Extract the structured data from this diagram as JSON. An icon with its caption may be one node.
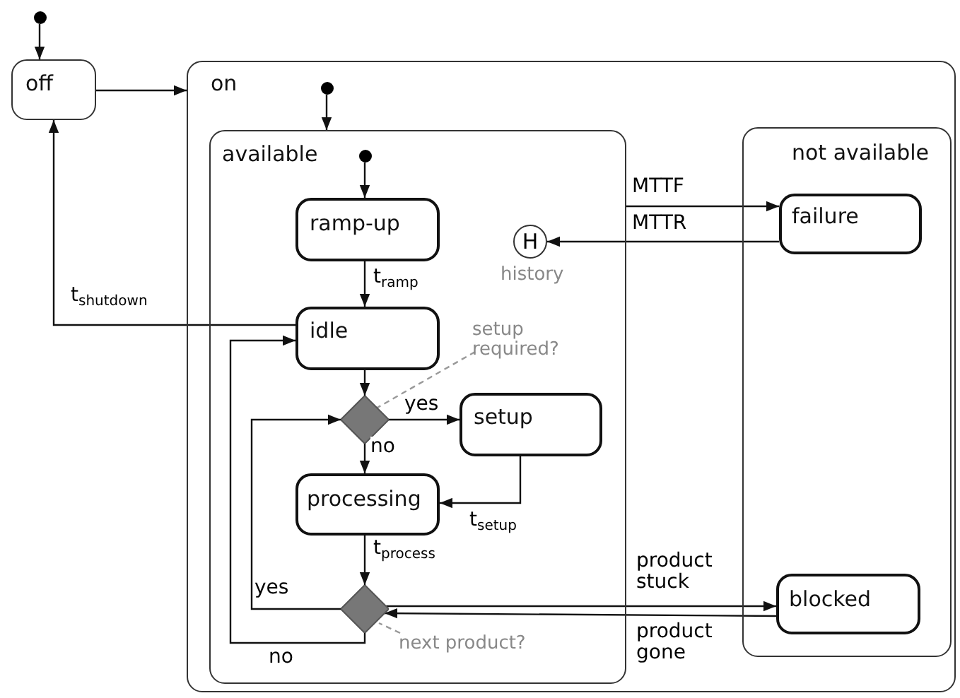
{
  "diagram": {
    "nodes": [
      {
        "text": [],
        "shape": "circle"
      },
      {
        "text": [
          "off"
        ]
      },
      {
        "text": [
          "on"
        ]
      },
      {
        "text": [],
        "shape": "circle",
        "in": 2
      },
      {
        "text": [
          "available"
        ],
        "in": 2
      },
      {
        "text": [],
        "shape": "circle",
        "in": 4
      },
      {
        "text": [
          "ramp-up"
        ],
        "in": 4
      },
      {
        "text": [
          "H"
        ],
        "beside": [
          "history"
        ],
        "in": 4
      },
      {
        "text": [
          "idle"
        ],
        "in": 4
      },
      {
        "text": [],
        "shape": "diamond",
        "in": 4
      },
      {
        "text": [
          "setup required?"
        ],
        "in": 4
      },
      {
        "text": [
          "setup"
        ],
        "in": 4
      },
      {
        "text": [
          "processing"
        ],
        "in": 4
      },
      {
        "text": [],
        "shape": "diamond",
        "in": 4
      },
      {
        "text": [
          "next product?"
        ],
        "in": 4
      },
      {
        "text": [
          "not available"
        ],
        "in": 2
      },
      {
        "text": [
          "failure"
        ],
        "in": 15
      },
      {
        "text": [
          "blocked"
        ],
        "in": 15
      }
    ],
    "edges": [
      {
        "from": 0,
        "to": 1,
        "arrow": "to"
      },
      {
        "from": 1,
        "to": 2,
        "arrow": "to"
      },
      {
        "from": 3,
        "to": 4,
        "arrow": "to"
      },
      {
        "from": 5,
        "to": 6,
        "arrow": "to"
      },
      {
        "from": 6,
        "to": 8,
        "arrow": "to",
        "label": "t$_{ramp}$"
      },
      {
        "from": 8,
        "to": 1,
        "arrow": "to",
        "label": "t$_{shutdown}$"
      },
      {
        "from": 8,
        "to": 9,
        "arrow": "to"
      },
      {
        "from": 9,
        "to": 11,
        "arrow": "to",
        "label": "yes"
      },
      {
        "from": 9,
        "to": 12,
        "arrow": "to",
        "label": "no"
      },
      {
        "from": 11,
        "to": 12,
        "arrow": "to",
        "label": "t$_{setup}$"
      },
      {
        "from": 12,
        "to": 13,
        "arrow": "to",
        "label": "t$_{process}$"
      },
      {
        "from": 13,
        "to": 9,
        "arrow": "to",
        "label": "yes"
      },
      {
        "from": 13,
        "to": 8,
        "arrow": "to",
        "label": "no"
      },
      {
        "from": 4,
        "to": 16,
        "arrow": "to",
        "label": "MTTF"
      },
      {
        "from": 16,
        "to": 7,
        "arrow": "to",
        "label": "MTTR"
      },
      {
        "from": 13,
        "to": 17,
        "arrow": "to",
        "label": "product stuck"
      },
      {
        "from": 17,
        "to": 13,
        "arrow": "to",
        "label": "product gone"
      },
      {
        "from": 10,
        "to": 9,
        "arrow": "none",
        "style": "dashed",
        "color": "#999999"
      },
      {
        "from": 14,
        "to": 13,
        "arrow": "none",
        "style": "dashed",
        "color": "#999999"
      }
    ]
  }
}
